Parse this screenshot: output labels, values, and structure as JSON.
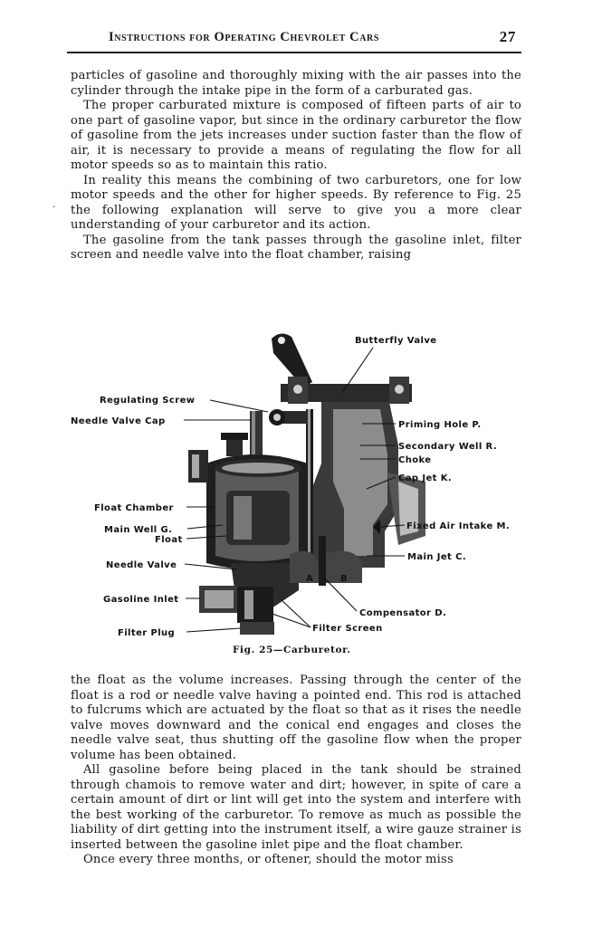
{
  "header": {
    "title": "Instructions for Operating Chevrolet Cars",
    "page_number": "27"
  },
  "top_paragraphs": [
    "particles of gasoline and thoroughly mixing with the air passes into the cylinder through the intake pipe in the form of a carburated gas.",
    "The proper carburated mixture is composed of fifteen parts of air to one part of gasoline vapor, but since in the ordinary carburetor the flow of gasoline from the jets increases under suction faster than the flow of air, it is necessary to provide a means of regulating the flow for all motor speeds so as to maintain this ratio.",
    "In reality this means the combining of two carburetors, one for low motor speeds and the other for higher speeds. By reference to Fig. 25 the following explanation will serve to give you a more clear understanding of your carburetor and its action.",
    "The gasoline from the tank passes through the gasoline inlet, filter screen and needle valve into the float chamber, raising"
  ],
  "figure": {
    "caption": "Fig. 25—Carburetor.",
    "labels": {
      "butterfly_valve": "Butterfly Valve",
      "regulating_screw": "Regulating Screw",
      "needle_valve_cap": "Needle Valve Cap",
      "priming_hole": "Priming Hole P.",
      "secondary_well": "Secondary Well R.",
      "choke": "Choke",
      "cap_jet": "Cap Jet K.",
      "float_chamber": "Float Chamber",
      "main_well": "Main Well G.",
      "float": "Float",
      "fixed_air_intake": "Fixed Air Intake M.",
      "main_jet": "Main Jet C.",
      "needle_valve": "Needle Valve",
      "gasoline_inlet": "Gasoline Inlet",
      "compensator": "Compensator D.",
      "filter_plug": "Filter Plug",
      "filter_screen": "Filter Screen",
      "letter_a": "A",
      "letter_b": "B"
    }
  },
  "bottom_paragraphs": [
    "the float as the volume increases. Passing through the center of the float is a rod or needle valve having a pointed end. This rod is attached to fulcrums which are actuated by the float so that as it rises the needle valve moves downward and the conical end engages and closes the needle valve seat, thus shutting off the gasoline flow when the proper volume has been obtained.",
    "All gasoline before being placed in the tank should be strained through chamois to remove water and dirt; however, in spite of care a certain amount of dirt or lint will get into the system and interfere with the best working of the carburetor. To remove as much as possible the liability of dirt getting into the instrument itself, a wire gauze strainer is inserted between the gasoline inlet pipe and the float chamber.",
    "Once every three months, or oftener, should the motor miss"
  ]
}
